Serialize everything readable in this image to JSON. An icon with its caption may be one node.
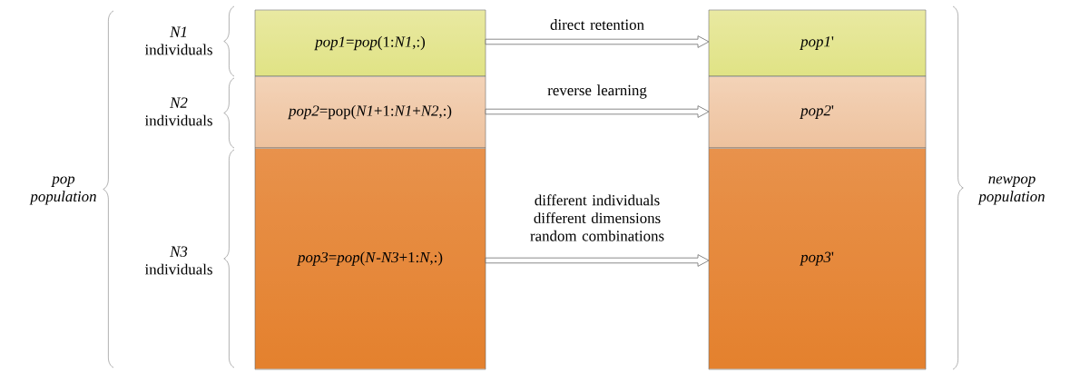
{
  "diagram": {
    "nodes": [
      {
        "text": [
          "*pop1*=*pop*(1:*N1*,:)"
        ]
      },
      {
        "text": [
          "*pop2*=pop(*N1*+1:*N1*+*N2*,:)"
        ]
      },
      {
        "text": [
          "*pop3*=*pop*(*N*-*N3*+1:*N*,:)"
        ]
      },
      {
        "text": [
          "*pop1*'"
        ]
      },
      {
        "text": [
          "*pop2*'"
        ]
      },
      {
        "text": [
          "*pop3*'"
        ]
      }
    ],
    "edges": [
      {
        "from": 0,
        "to": 3,
        "arrow": "to",
        "label": "direct retention"
      },
      {
        "from": 1,
        "to": 4,
        "arrow": "to",
        "label": "reverse learning"
      },
      {
        "from": 2,
        "to": 5,
        "arrow": "to",
        "label": "different individuals different dimensions random combinations"
      }
    ],
    "labels": [
      "pop population",
      "*N1* individuals",
      "*N2* individuals",
      "*N3* individuals",
      "newpop population"
    ]
  }
}
